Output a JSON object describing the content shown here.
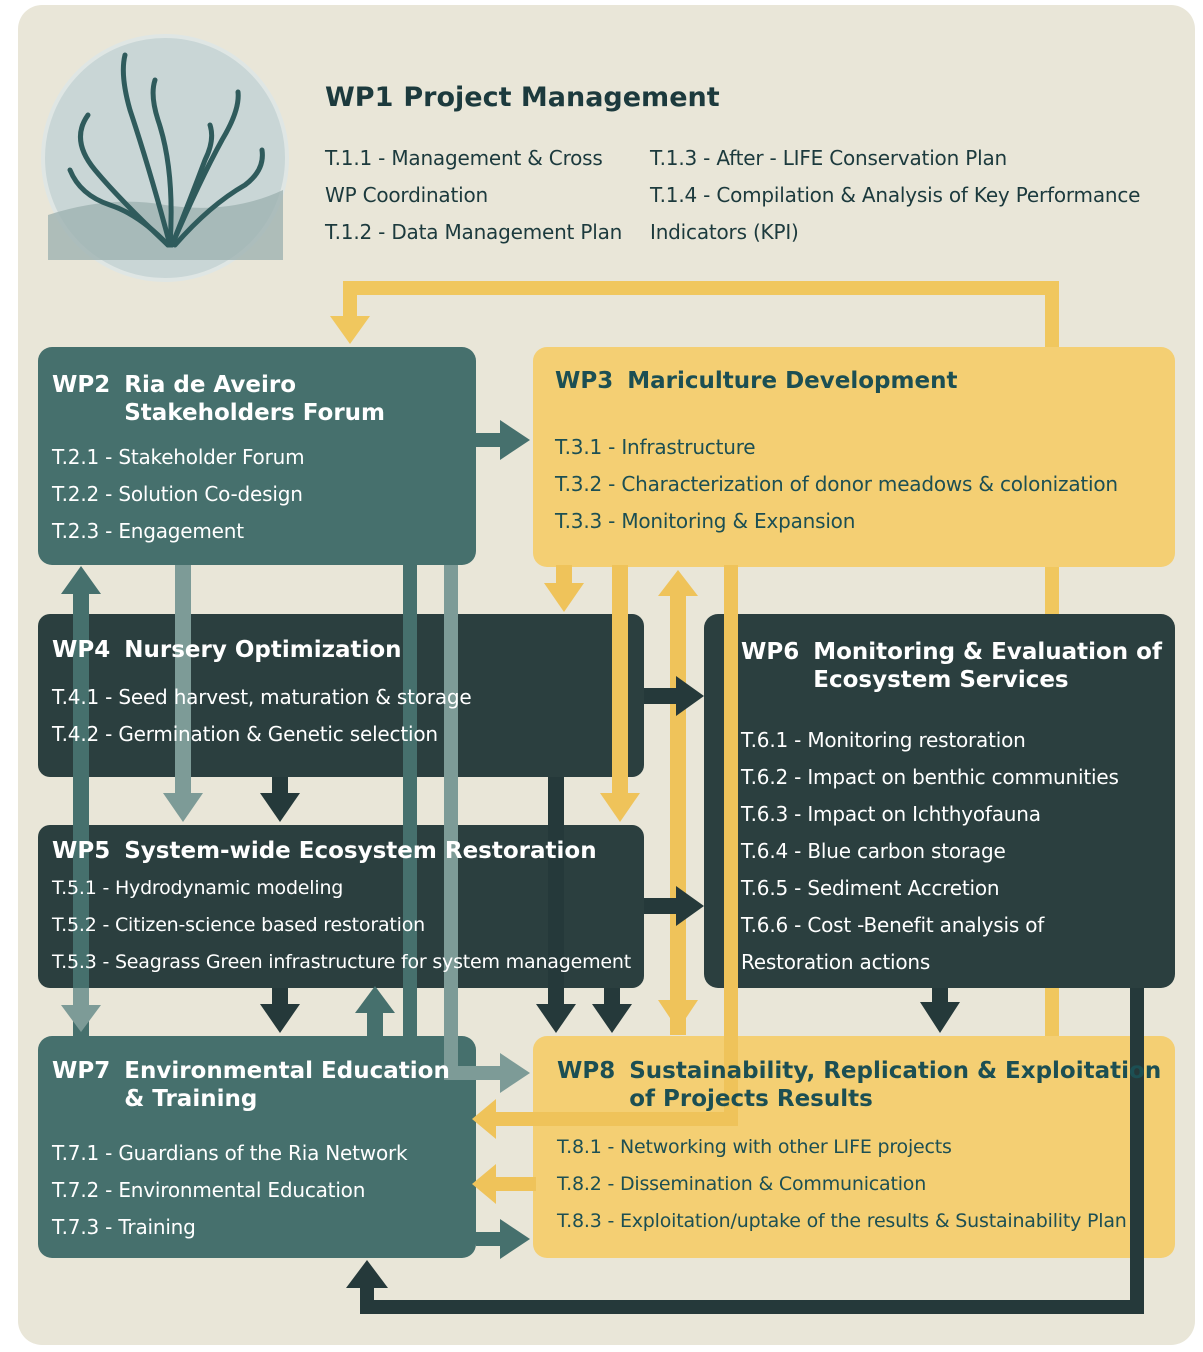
{
  "wp1": {
    "code": "WP1",
    "title": "Project Management",
    "col1": [
      "T.1.1 - Management & Cross",
      "WP Coordination",
      "T.1.2 - Data Management Plan"
    ],
    "col2": [
      "T.1.3 - After - LIFE Conservation Plan",
      "T.1.4 - Compilation & Analysis of Key Performance",
      "Indicators (KPI)"
    ]
  },
  "wp2": {
    "code": "WP2",
    "title": "Ria de Aveiro\nStakeholders Forum",
    "tasks": [
      "T.2.1 - Stakeholder Forum",
      "T.2.2 - Solution Co-design",
      "T.2.3 - Engagement"
    ]
  },
  "wp3": {
    "code": "WP3",
    "title": "Mariculture Development",
    "tasks": [
      "T.3.1 - Infrastructure",
      "T.3.2 - Characterization of donor meadows & colonization",
      "T.3.3 - Monitoring & Expansion"
    ]
  },
  "wp4": {
    "code": "WP4",
    "title": "Nursery Optimization",
    "tasks": [
      "T.4.1 - Seed harvest, maturation & storage",
      "T.4.2 - Germination & Genetic selection"
    ]
  },
  "wp5": {
    "code": "WP5",
    "title": "System-wide Ecosystem Restoration",
    "tasks": [
      "T.5.1 - Hydrodynamic modeling",
      "T.5.2 - Citizen-science based restoration",
      "T.5.3 - Seagrass Green infrastructure for system management"
    ]
  },
  "wp6": {
    "code": "WP6",
    "title": "Monitoring & Evaluation of\nEcosystem Services",
    "tasks": [
      "T.6.1 - Monitoring restoration",
      "T.6.2 - Impact on benthic communities",
      "T.6.3 - Impact on Ichthyofauna",
      "T.6.4 - Blue carbon storage",
      "T.6.5 - Sediment Accretion",
      "T.6.6 - Cost -Benefit analysis of",
      "Restoration actions"
    ]
  },
  "wp7": {
    "code": "WP7",
    "title": "Environmental Education\n& Training",
    "tasks": [
      "T.7.1 - Guardians of the Ria Network",
      "T.7.2 - Environmental Education",
      "T.7.3 - Training"
    ]
  },
  "wp8": {
    "code": "WP8",
    "title": "Sustainability, Replication & Exploitation\nof Projects Results",
    "tasks": [
      "T.8.1 - Networking with other LIFE projects",
      "T.8.2 - Dissemination & Communication",
      "T.8.3 - Exploitation/uptake of the results & Sustainability Plan"
    ]
  },
  "colors": {
    "background": "#e9e6d8",
    "teal": "#46706d",
    "dark": "#2b3f3f",
    "yellow": "#f4cf73",
    "yellow_arrow": "#efc35a",
    "heading": "#1c3a3d"
  },
  "logo_icon": "seagrass-icon"
}
